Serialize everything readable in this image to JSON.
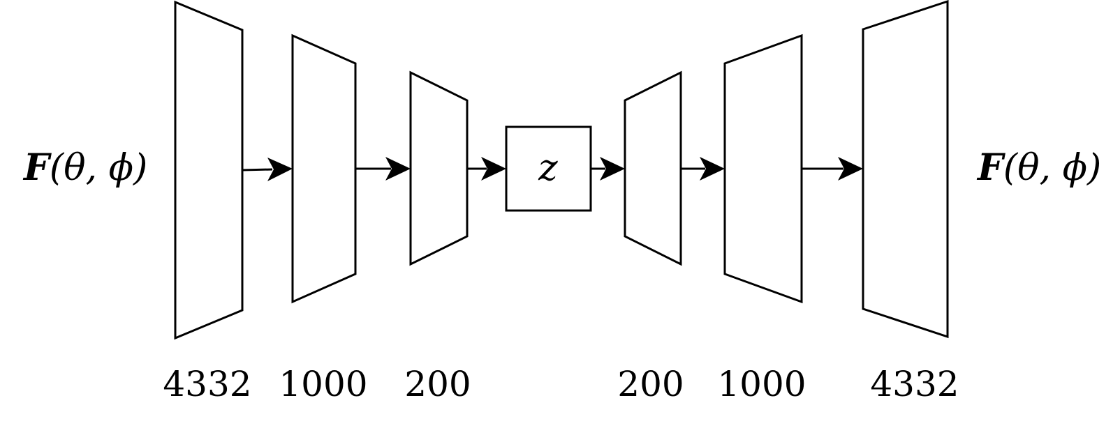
{
  "diagram": {
    "input_label": {
      "symbol": "F",
      "args": "(θ, ϕ)"
    },
    "output_label": {
      "symbol": "F",
      "args": "(θ, ϕ)"
    },
    "latent_label": "z",
    "encoder": {
      "layer_sizes": [
        "4332",
        "1000",
        "200"
      ]
    },
    "decoder": {
      "layer_sizes": [
        "200",
        "1000",
        "4332"
      ]
    }
  }
}
